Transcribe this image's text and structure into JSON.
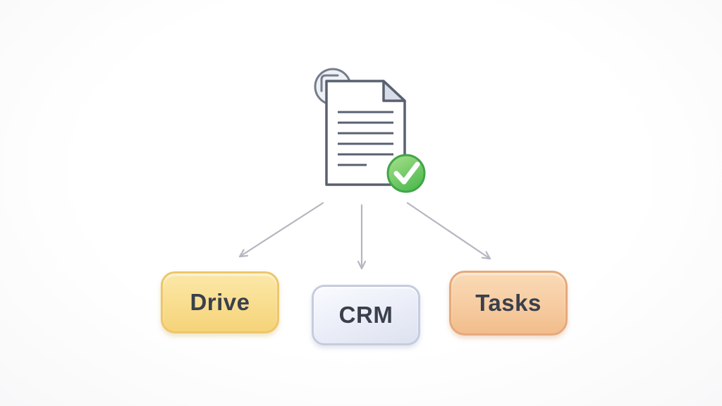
{
  "diagram": {
    "source": {
      "icon": "document-with-checkmark-icon",
      "document_line_count": 6,
      "colors": {
        "outline": "#596070",
        "fold_fill": "#d8dde8",
        "backing_circle": "#757c8b",
        "check_circle_fill": "#6cc764",
        "check_circle_border": "#42a447",
        "check_mark": "#ffffff"
      }
    },
    "arrows": {
      "color": "#b4b7c0",
      "items": [
        {
          "to": "Drive",
          "direction": "down-left"
        },
        {
          "to": "CRM",
          "direction": "down"
        },
        {
          "to": "Tasks",
          "direction": "down-right"
        }
      ]
    },
    "nodes": [
      {
        "label": "Drive",
        "fill": "#f8dd90",
        "border": "#ecc76b",
        "text_color": "#3a404b"
      },
      {
        "label": "CRM",
        "fill": "#e9ecf6",
        "border": "#c6ccdf",
        "text_color": "#3a404b"
      },
      {
        "label": "Tasks",
        "fill": "#f6cda4",
        "border": "#e6a97b",
        "text_color": "#3a404b"
      }
    ],
    "background_color": "#fdfdfe"
  }
}
